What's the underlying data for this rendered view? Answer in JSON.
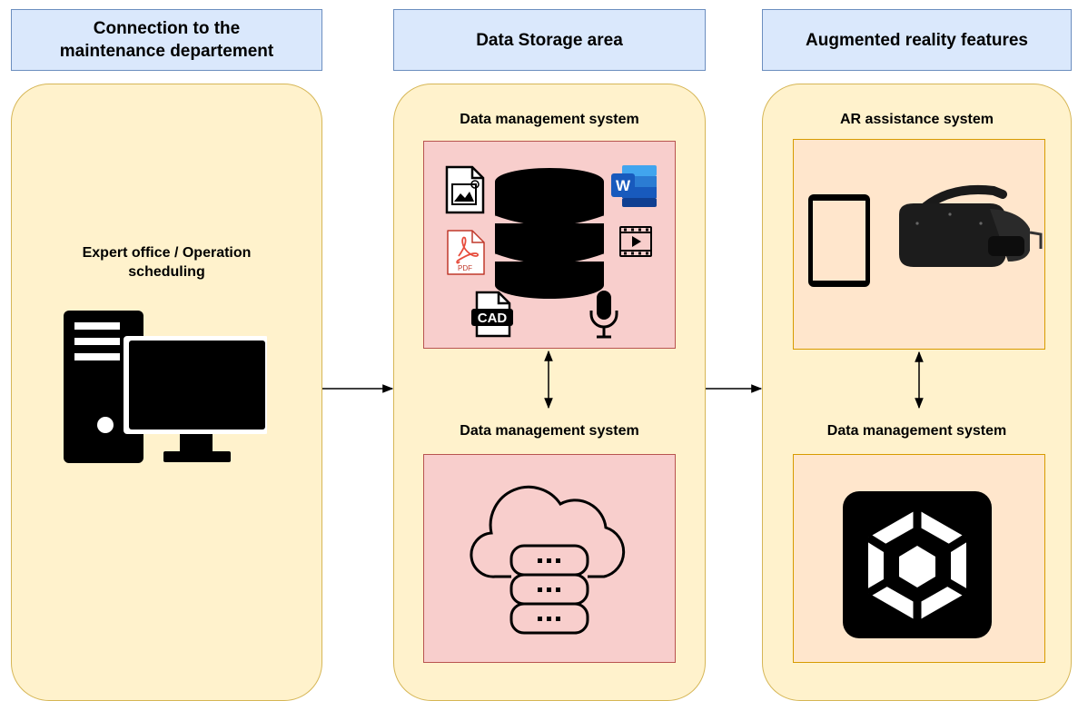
{
  "headers": {
    "col1": "Connection to the\nmaintenance departement",
    "col2": "Data Storage area",
    "col3": "Augmented reality features"
  },
  "col1": {
    "label": "Expert office / Operation\nscheduling"
  },
  "col2": {
    "top_label": "Data management system",
    "bottom_label": "Data management system",
    "icons": {
      "word_letter": "W",
      "pdf_text": "PDF",
      "cad_text": "CAD"
    }
  },
  "col3": {
    "top_label": "AR assistance system",
    "bottom_label": "Data management system"
  },
  "colors": {
    "header_fill": "#dae8fc",
    "column_fill": "#fff2cc",
    "storage_panel_fill": "#f8cecc",
    "ar_panel_fill": "#ffe6cc"
  }
}
